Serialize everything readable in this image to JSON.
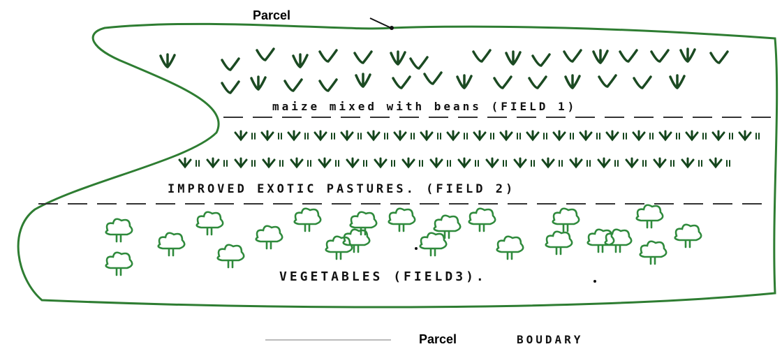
{
  "callout": {
    "label": "Parcel"
  },
  "fields": [
    {
      "label": "maize mixed with beans (FIELD 1)",
      "crop": "maize-beans",
      "color": "#1b4a22"
    },
    {
      "label": "IMPROVED EXOTIC PASTURES. (FIELD 2)",
      "crop": "pasture",
      "color": "#14451c"
    },
    {
      "label": "VEGETABLES (FIELD3).",
      "crop": "vegetables",
      "color": "#2f8a3c"
    }
  ],
  "legend": {
    "parcel_label": "Parcel",
    "boundary_label": "BOUDARY"
  },
  "colors": {
    "parcel_outline": "#2e7d32",
    "divider": "#333333",
    "legend_line": "#bbbbbb"
  }
}
